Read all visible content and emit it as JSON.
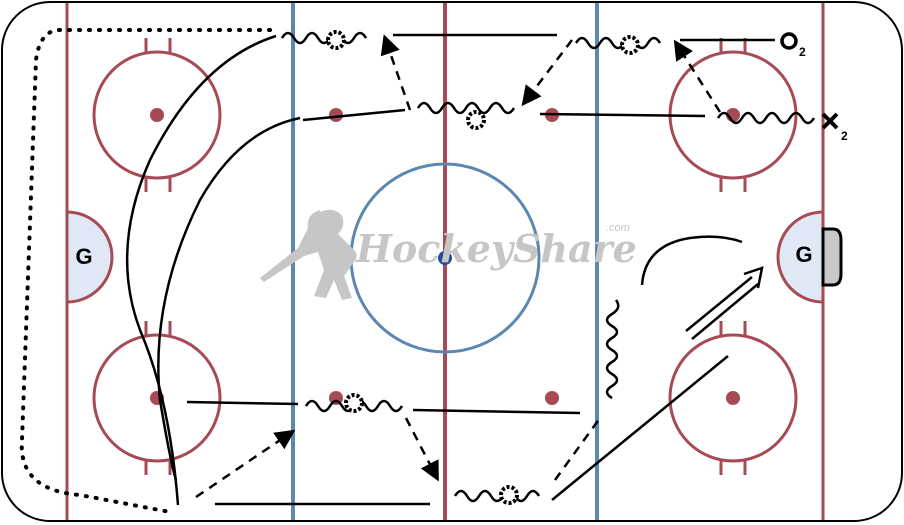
{
  "diagram": {
    "goalie_left": "G",
    "goalie_right": "G",
    "player_o_number": "2",
    "player_x_number": "2",
    "watermark": "HockeyShare",
    "watermark_domain": ".com"
  },
  "colors": {
    "board": "#000000",
    "red_line": "#a64b55",
    "blue_line": "#5b87b0",
    "circle_stroke": "#a64b55",
    "dot": "#a64b55",
    "crease_fill": "#dfe8f4",
    "center_dot": "#1f4e9a",
    "watermark": "#c6c6c6",
    "net_fill": "#c8c8c8",
    "path": "#000000"
  }
}
